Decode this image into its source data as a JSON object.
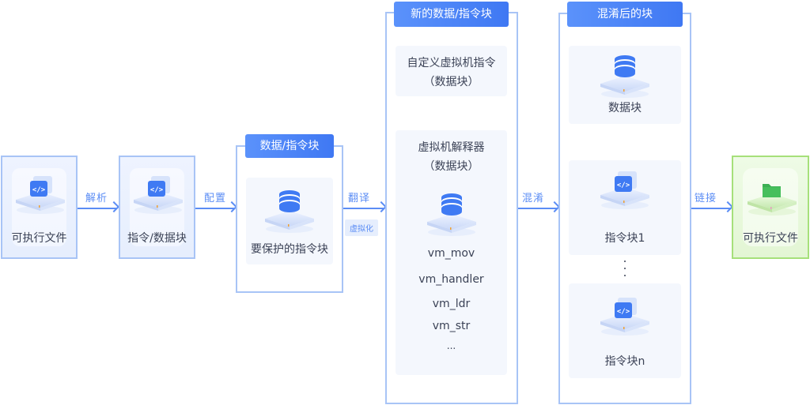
{
  "colors": {
    "accent": "#5b8df5",
    "border": "#a8c4f6",
    "header_start": "#5b92fb",
    "header_end": "#3f78f3",
    "panel_bg": "#f4f7fd",
    "green_border": "#a6e07a",
    "folder_green": "#3cb054",
    "text": "#3b4256"
  },
  "nodes": {
    "source_exe": {
      "label": "可执行文件",
      "icon": "code-icon"
    },
    "instr_data": {
      "label": "指令/数据块",
      "icon": "code-icon"
    },
    "protect_stage": {
      "header": "数据/指令块",
      "block_label": "要保护的指令块",
      "icon": "database-icon"
    },
    "vm_stage": {
      "header": "新的数据/指令块",
      "custom_vm_line1": "自定义虚拟机指令",
      "custom_vm_line2": "（数据块）",
      "interp_line1": "虚拟机解释器",
      "interp_line2": "（数据块）",
      "icon": "database-icon",
      "handlers": [
        "vm_mov",
        "vm_handler",
        "vm_ldr",
        "vm_str",
        "..."
      ]
    },
    "obf_stage": {
      "header": "混淆后的块",
      "data_block": "数据块",
      "instr_block_1": "指令块1",
      "instr_block_n": "指令块n"
    },
    "output_exe": {
      "label": "可执行文件",
      "icon": "folder-icon"
    }
  },
  "edges": [
    {
      "label": "解析"
    },
    {
      "label": "配置"
    },
    {
      "label": "翻译",
      "tag": "虚拟化"
    },
    {
      "label": "混淆"
    },
    {
      "label": "链接"
    }
  ]
}
